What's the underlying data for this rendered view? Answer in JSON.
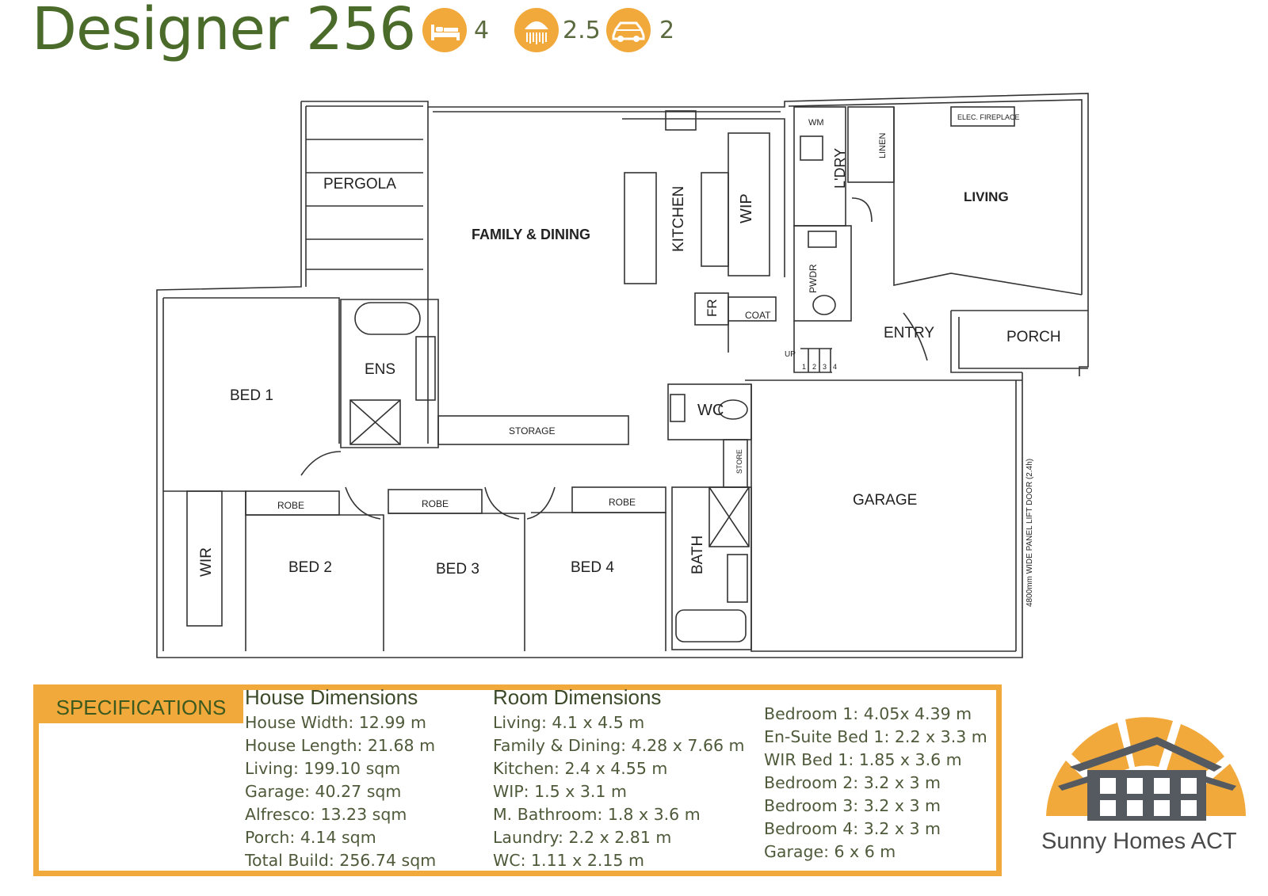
{
  "header": {
    "title": "Designer 256",
    "bedrooms": "4",
    "bathrooms": "2.5",
    "garage": "2"
  },
  "icons": {
    "bed": "bed-icon",
    "bath": "shower-icon",
    "car": "car-icon"
  },
  "colors": {
    "accent": "#f2a93b",
    "title": "#4a6b2a",
    "logo_house": "#555a60"
  },
  "plan": {
    "pergola": "PERGOLA",
    "family_dining": "FAMILY & DINING",
    "kitchen": "KITCHEN",
    "wip": "WIP",
    "fr": "FR",
    "coat": "COAT",
    "wm": "WM",
    "ldry": "L'DRY",
    "linen": "LINEN",
    "pwdr": "PWDR",
    "living": "LIVING",
    "elec_fireplace": "ELEC. FIREPLACE",
    "entry": "ENTRY",
    "porch": "PORCH",
    "up": "UP",
    "steps": [
      "1",
      "2",
      "3",
      "4"
    ],
    "bed1": "BED 1",
    "ens": "ENS",
    "storage": "STORAGE",
    "wc": "WC",
    "store": "STORE",
    "garage": "GARAGE",
    "garage_door": "4800mm WIDE PANEL LIFT DOOR (2.4h)",
    "wir": "WIR",
    "robe": "ROBE",
    "bed2": "BED 2",
    "bed3": "BED 3",
    "bed4": "BED 4",
    "bath": "BATH"
  },
  "specs": {
    "tab": "SPECIFICATIONS",
    "house_heading": "House Dimensions",
    "house": [
      "House Width: 12.99 m",
      "House Length: 21.68 m",
      "Living: 199.10 sqm",
      "Garage: 40.27 sqm",
      "Alfresco: 13.23 sqm",
      "Porch: 4.14 sqm",
      "Total Build: 256.74 sqm"
    ],
    "room_heading": "Room Dimensions",
    "rooms": [
      "Living: 4.1 x 4.5 m",
      "Family & Dining: 4.28 x 7.66 m",
      "Kitchen: 2.4 x 4.55 m",
      "WIP: 1.5 x 3.1 m",
      "M. Bathroom: 1.8 x 3.6 m",
      "Laundry: 2.2 x 2.81 m",
      "WC: 1.11 x 2.15 m"
    ],
    "bedrooms": [
      "Bedroom 1: 4.05x 4.39 m",
      "En-Suite Bed 1: 2.2 x 3.3 m",
      "WIR Bed 1: 1.85 x 3.6 m",
      "Bedroom 2: 3.2 x 3 m",
      "Bedroom 3: 3.2 x 3 m",
      "Bedroom 4: 3.2 x 3 m",
      "Garage: 6 x 6 m"
    ]
  },
  "logo": {
    "name": "Sunny Homes ACT"
  }
}
